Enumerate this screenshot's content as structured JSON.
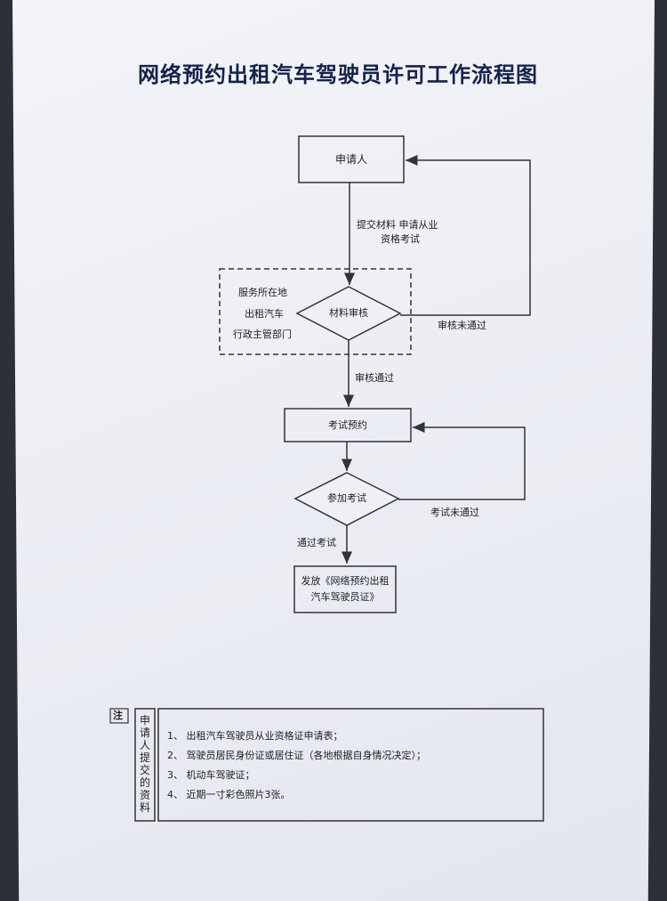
{
  "title": "网络预约出租汽车驾驶员许可工作流程图",
  "flow": {
    "applicant": "申请人",
    "submit_label_1": "提交材料  申请从业",
    "submit_label_2": "资格考试",
    "dept_1": "服务所在地",
    "dept_2": "出租汽车",
    "dept_3": "行政主管部门",
    "review": "材料审核",
    "review_fail": "审核未通过",
    "review_pass": "审核通过",
    "booking": "考试预约",
    "exam": "参加考试",
    "exam_fail": "考试未通过",
    "exam_pass": "通过考试",
    "issue_1": "发放《网络预约出租",
    "issue_2": "汽车驾驶员证》"
  },
  "note": {
    "tag": "注",
    "side_label": [
      "申",
      "请",
      "人",
      "提",
      "交",
      "的",
      "资",
      "料"
    ],
    "items": [
      "1、 出租汽车驾驶员从业资格证申请表；",
      "2、 驾驶员居民身份证或居住证（各地根据自身情况决定）；",
      "3、 机动车驾驶证；",
      "4、 近期一寸彩色照片3张。"
    ]
  }
}
